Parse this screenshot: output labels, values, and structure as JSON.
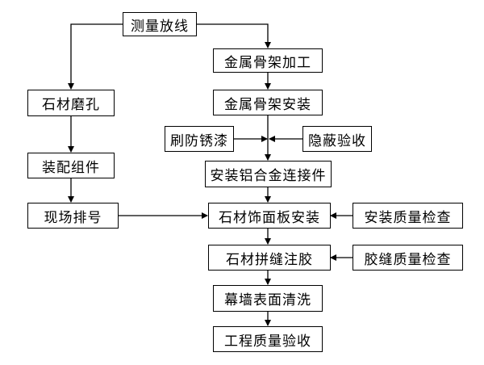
{
  "nodes": {
    "survey": "测量放线",
    "frame_processing": "金属骨架加工",
    "frame_install": "金属骨架安装",
    "rust_paint": "刷防锈漆",
    "concealed_inspection": "隐蔽验收",
    "connector_install": "安装铝合金连接件",
    "stone_drilling": "石材磨孔",
    "assemble_parts": "装配组件",
    "site_numbering": "现场排号",
    "panel_install": "石材饰面板安装",
    "install_quality_check": "安装质量检查",
    "joint_glue": "石材拼缝注胶",
    "glue_quality_check": "胶缝质量检查",
    "wall_cleaning": "幕墙表面清洗",
    "final_acceptance": "工程质量验收"
  }
}
